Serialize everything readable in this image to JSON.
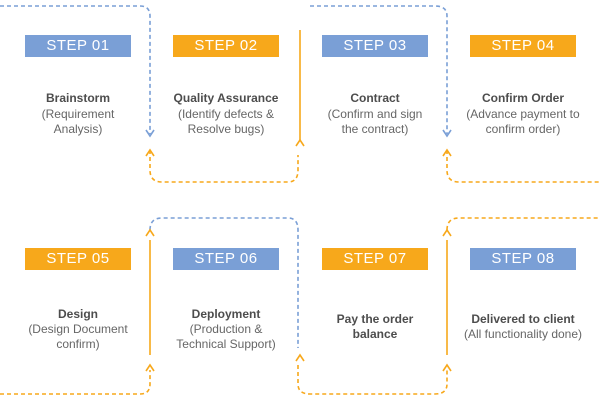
{
  "colors": {
    "blue": "#7a9fd6",
    "orange": "#f7a81b",
    "title_text": "#4d4d4d",
    "desc_text": "#666666"
  },
  "steps": [
    {
      "label": "STEP  01",
      "color": "blue",
      "title": "Brainstorm",
      "desc_line1": "(Requirement",
      "desc_line2": "Analysis)"
    },
    {
      "label": "STEP  02",
      "color": "orange",
      "title": "Quality Assurance",
      "desc_line1": "(Identify defects &",
      "desc_line2": "Resolve bugs)"
    },
    {
      "label": "STEP  03",
      "color": "blue",
      "title": "Contract",
      "desc_line1": "(Confirm and sign",
      "desc_line2": "the contract)"
    },
    {
      "label": "STEP  04",
      "color": "orange",
      "title": "Confirm Order",
      "desc_line1": "(Advance payment to",
      "desc_line2": "confirm order)"
    },
    {
      "label": "STEP  05",
      "color": "orange",
      "title": "Design",
      "desc_line1": "(Design Document",
      "desc_line2": "confirm)"
    },
    {
      "label": "STEP  06",
      "color": "blue",
      "title": "Deployment",
      "desc_line1": "(Production &",
      "desc_line2": "Technical Support)"
    },
    {
      "label": "STEP  07",
      "color": "orange",
      "title_line1": "Pay the order",
      "title_line2": "balance"
    },
    {
      "label": "STEP  08",
      "color": "blue",
      "title": "Delivered to client",
      "desc_line1": "(All functionality done)"
    }
  ]
}
